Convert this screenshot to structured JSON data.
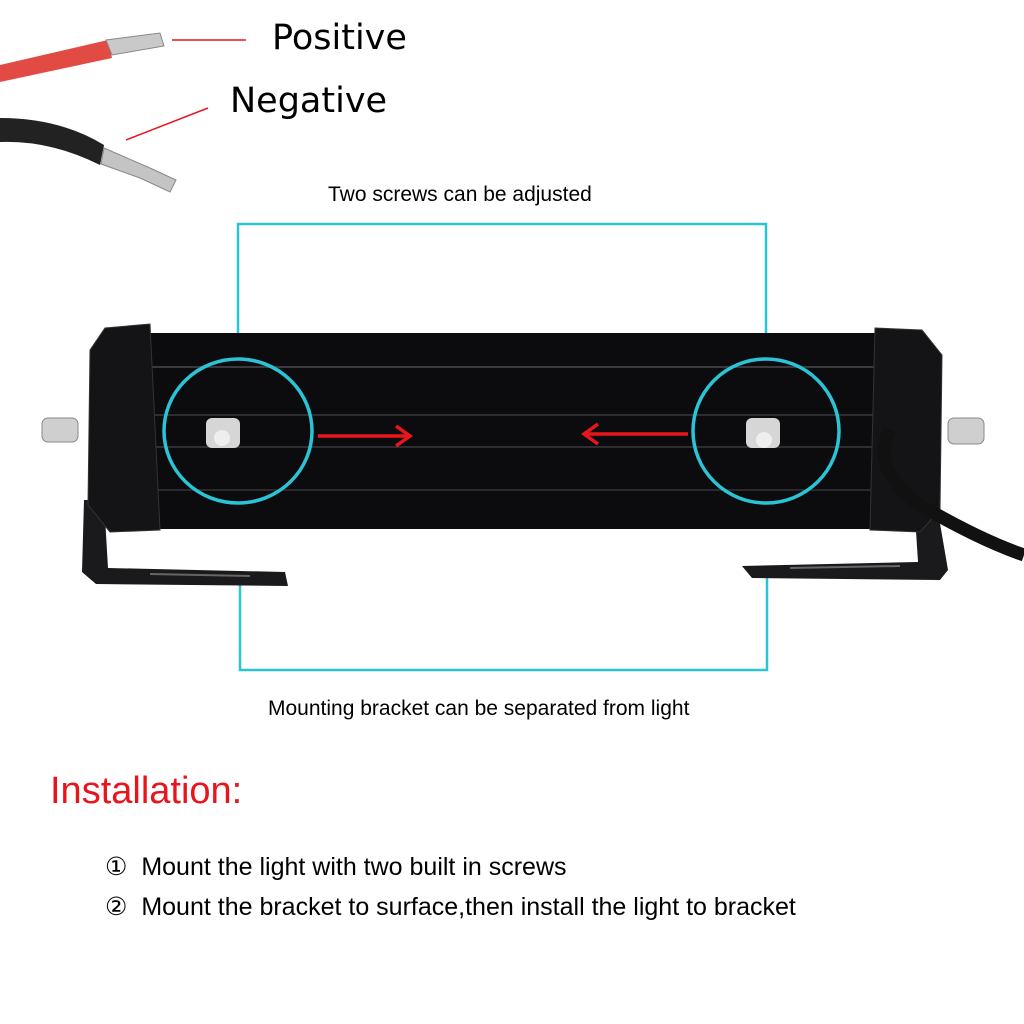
{
  "wires": {
    "positive_label": "Positive",
    "negative_label": "Negative"
  },
  "annotations": {
    "screws_caption": "Two screws can be adjusted",
    "bracket_caption": "Mounting bracket can be separated from light"
  },
  "installation": {
    "heading": "Installation:",
    "steps": [
      {
        "marker": "①",
        "text": "Mount the light with two built in screws"
      },
      {
        "marker": "②",
        "text": "Mount the bracket to surface,then install the light to bracket"
      }
    ]
  },
  "colors": {
    "callout": "#2bc3d6",
    "arrow": "#e8161c",
    "heading": "#e8161c",
    "housing": "#0c0c0e"
  }
}
